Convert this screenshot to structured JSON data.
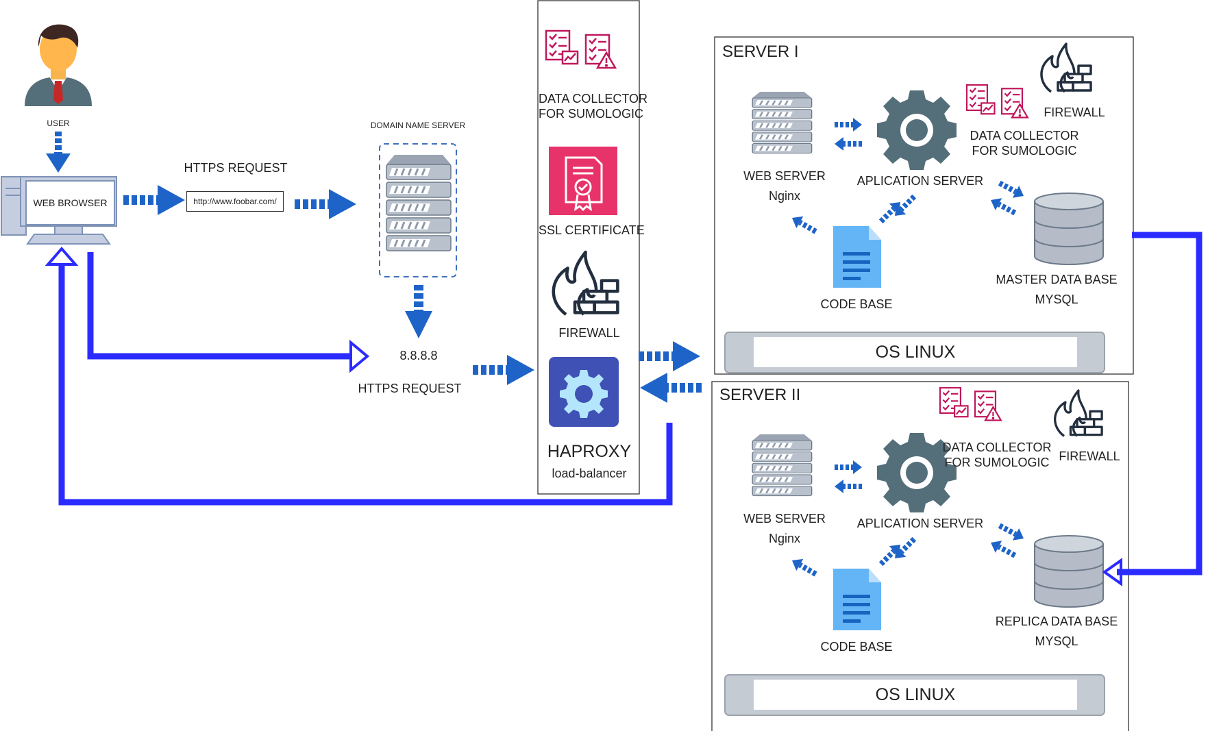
{
  "user": {
    "label": "USER"
  },
  "browser": {
    "label": "WEB BROWSER"
  },
  "https_request_top": "HTTPS REQUEST",
  "url": "http://www.foobar.com/",
  "dns": {
    "label": "DOMAIN NAME SERVER",
    "ip": "8.8.8.8"
  },
  "https_request_bottom": "HTTPS REQUEST",
  "lb_column": {
    "data_collector_line1": "DATA COLLECTOR",
    "data_collector_line2": "FOR SUMOLOGIC",
    "ssl": "SSL CERTIFICATE",
    "firewall": "FIREWALL",
    "haproxy": "HAPROXY",
    "haproxy_sub": "load-balancer"
  },
  "server1": {
    "title": "SERVER  I",
    "web_server": "WEB SERVER",
    "web_server_sub": "Nginx",
    "app_server": "APLICATION SERVER",
    "data_collector_line1": "DATA COLLECTOR",
    "data_collector_line2": "FOR SUMOLOGIC",
    "firewall": "FIREWALL",
    "code_base": "CODE BASE",
    "database": "MASTER DATA BASE",
    "database_sub": "MYSQL",
    "os": "OS   LINUX"
  },
  "server2": {
    "title": "SERVER  II",
    "web_server": "WEB SERVER",
    "web_server_sub": "Nginx",
    "app_server": "APLICATION SERVER",
    "data_collector_line1": "DATA COLLECTOR",
    "data_collector_line2": "FOR SUMOLOGIC",
    "firewall": "FIREWALL",
    "code_base": "CODE BASE",
    "database": "REPLICA DATA BASE",
    "database_sub": "MYSQL",
    "os": "OS   LINUX"
  },
  "colors": {
    "flow_blue": "#1e64c8",
    "line_blue": "#2b2bff",
    "sumologic_magenta": "#c0175b",
    "ssl_pink": "#e8336a",
    "haproxy_indigo": "#3f51b5",
    "gear_grey": "#546e7a",
    "server_grey": "#8e9aab"
  }
}
